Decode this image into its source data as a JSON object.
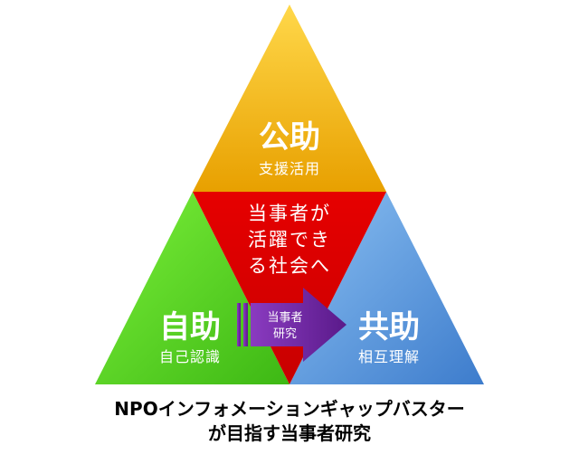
{
  "colors": {
    "top": "#f2b010",
    "center": "#e10000",
    "left": "#56d21f",
    "right": "#4f8fd6",
    "arrow": "#6a1f9a"
  },
  "top": {
    "title": "公助",
    "subtitle": "支援活用"
  },
  "center": {
    "line1": "当事者が",
    "line2": "活躍でき",
    "line3": "る社会へ"
  },
  "left": {
    "title": "自助",
    "subtitle": "自己認識"
  },
  "right": {
    "title": "共助",
    "subtitle": "相互理解"
  },
  "arrow": {
    "line1": "当事者",
    "line2": "研究"
  },
  "caption": {
    "line1": "NPOインフォメーションギャップバスター",
    "line2": "が目指す当事者研究"
  }
}
